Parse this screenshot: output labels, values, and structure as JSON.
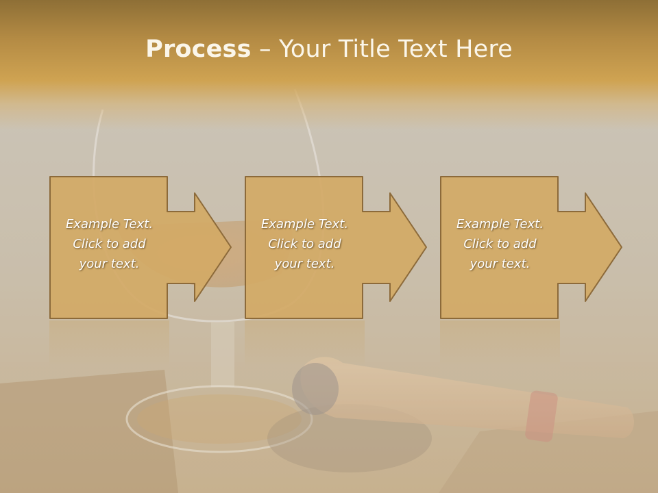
{
  "slide": {
    "title_bold": "Process",
    "title_rest": " – Your Title Text Here"
  },
  "steps": [
    {
      "line1": "Example Text.",
      "line2": "Click  to add",
      "line3": "your text."
    },
    {
      "line1": "Example Text.",
      "line2": "Click  to add",
      "line3": "your text."
    },
    {
      "line1": "Example Text.",
      "line2": "Click  to add",
      "line3": "your text."
    }
  ],
  "colors": {
    "title_band": "#cfa352",
    "box_fill": "#d3aa66",
    "box_border": "#8c6a3a",
    "text": "#ffffff"
  },
  "icons": [
    "right-arrow-icon"
  ]
}
